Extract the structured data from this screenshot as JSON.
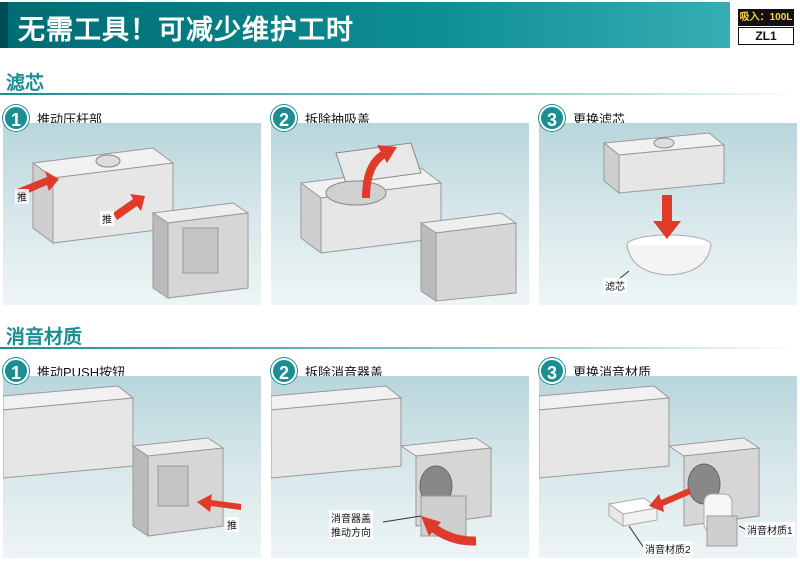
{
  "header": {
    "title": "无需工具！可减少维护工时",
    "badge_top": "吸入：100L",
    "badge_model": "ZL1"
  },
  "sections": [
    {
      "title": "滤芯",
      "steps": [
        {
          "num": "1",
          "label": "推动压杆部",
          "callouts": [
            "推",
            "推"
          ]
        },
        {
          "num": "2",
          "label": "拆除抽吸盖",
          "callouts": []
        },
        {
          "num": "3",
          "label": "更换滤芯",
          "callouts": [
            "滤芯"
          ]
        }
      ]
    },
    {
      "title": "消音材质",
      "steps": [
        {
          "num": "1",
          "label": "推动PUSH按钮",
          "callouts": [
            "推"
          ]
        },
        {
          "num": "2",
          "label": "拆除消音器盖",
          "callouts": [
            "消音器盖",
            "推动方向"
          ]
        },
        {
          "num": "3",
          "label": "更换消音材质",
          "callouts": [
            "消音材质1",
            "消音材质2"
          ]
        }
      ]
    }
  ],
  "colors": {
    "accent": "#1b8d93",
    "banner": "#0e8e95",
    "arrow": "#e03a2a"
  }
}
